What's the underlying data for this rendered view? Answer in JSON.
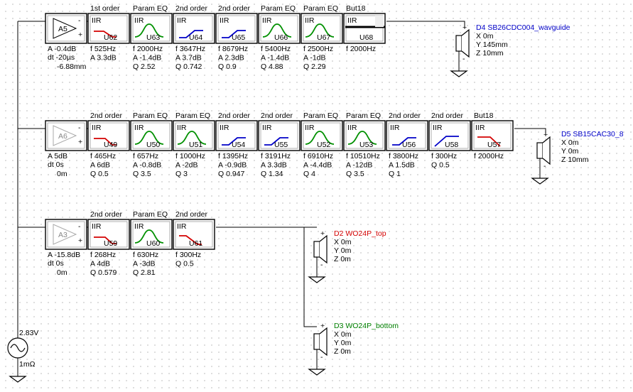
{
  "colors": {
    "wire": "#000000",
    "lowpass": "#d40000",
    "highpass": "#0000c8",
    "peak": "#009000",
    "spk_blue": "#0000c8",
    "spk_red": "#d40000",
    "spk_green": "#008000"
  },
  "source": {
    "voltage": "2.83V",
    "impedance": "1mΩ",
    "icon": "ac-source-icon"
  },
  "rows": [
    {
      "id": "row1",
      "amp": {
        "name": "A5",
        "plus": "+",
        "minus": "-",
        "params": [
          "A -0.4dB",
          "dt -20µs",
          "-6.88mm"
        ]
      },
      "blocks": [
        {
          "header": "1st order",
          "id": "U62",
          "iir": "IIR",
          "curve": "lowpass1",
          "params": [
            "f 525Hz",
            "A 3.3dB"
          ]
        },
        {
          "header": "Param EQ",
          "id": "U63",
          "iir": "IIR",
          "curve": "peak",
          "params": [
            "f 2000Hz",
            "A -1.4dB",
            "Q 2.52"
          ]
        },
        {
          "header": "2nd order",
          "id": "U64",
          "iir": "IIR",
          "curve": "highpass",
          "params": [
            "f 3647Hz",
            "A 3.7dB",
            "Q 0.742"
          ]
        },
        {
          "header": "2nd order",
          "id": "U65",
          "iir": "IIR",
          "curve": "highpass",
          "params": [
            "f 8679Hz",
            "A 2.3dB",
            "Q 0.9"
          ]
        },
        {
          "header": "Param EQ",
          "id": "U66",
          "iir": "IIR",
          "curve": "peak",
          "params": [
            "f 5400Hz",
            "A -1.4dB",
            "Q 4.88"
          ]
        },
        {
          "header": "Param EQ",
          "id": "U67",
          "iir": "IIR",
          "curve": "peak",
          "params": [
            "f 2500Hz",
            "A -1dB",
            "Q 2.29"
          ]
        },
        {
          "header": "But18",
          "id": "U68",
          "iir": "IIR",
          "curve": "flatbold",
          "params": [
            "f 2000Hz"
          ]
        }
      ],
      "speaker": {
        "name": "D4 SB26CDC004_wavguide",
        "color": "#0000c8",
        "coords": [
          "X 0m",
          "Y 145mm",
          "Z 10mm"
        ],
        "plus": "+",
        "minus": "-"
      }
    },
    {
      "id": "row2",
      "amp": {
        "name": "A6",
        "plus": "+",
        "minus": "-",
        "params": [
          "A 5dB",
          "dt 0s",
          "0m"
        ]
      },
      "blocks": [
        {
          "header": "2nd order",
          "id": "U49",
          "iir": "IIR",
          "curve": "lowpass",
          "params": [
            "f 465Hz",
            "A 6dB",
            "Q 0.5"
          ]
        },
        {
          "header": "Param EQ",
          "id": "U50",
          "iir": "IIR",
          "curve": "peak",
          "params": [
            "f 657Hz",
            "A -0.8dB",
            "Q 3.5"
          ]
        },
        {
          "header": "Param EQ",
          "id": "U51",
          "iir": "IIR",
          "curve": "peak",
          "params": [
            "f 1000Hz",
            "A -2dB",
            "Q 3"
          ]
        },
        {
          "header": "2nd order",
          "id": "U54",
          "iir": "IIR",
          "curve": "highpass",
          "params": [
            "f 1395Hz",
            "A -0.9dB",
            "Q 0.947"
          ]
        },
        {
          "header": "2nd order",
          "id": "U55",
          "iir": "IIR",
          "curve": "highpass",
          "params": [
            "f 3191Hz",
            "A 3.3dB",
            "Q 1.34"
          ]
        },
        {
          "header": "Param EQ",
          "id": "U52",
          "iir": "IIR",
          "curve": "peak",
          "params": [
            "f 6910Hz",
            "A -4.4dB",
            "Q 4"
          ]
        },
        {
          "header": "Param EQ",
          "id": "U53",
          "iir": "IIR",
          "curve": "peak",
          "params": [
            "f 10510Hz",
            "A -12dB",
            "Q 3.5"
          ]
        },
        {
          "header": "2nd order",
          "id": "U56",
          "iir": "IIR",
          "curve": "highpass",
          "params": [
            "f 3800Hz",
            "A 1.5dB",
            "Q 1"
          ]
        },
        {
          "header": "2nd order",
          "id": "U58",
          "iir": "IIR",
          "curve": "highpass2",
          "params": [
            "f 300Hz",
            "Q 0.5"
          ]
        },
        {
          "header": "But18",
          "id": "U57",
          "iir": "IIR",
          "curve": "lowpassbut",
          "params": [
            "f 2000Hz"
          ]
        }
      ],
      "speaker": {
        "name": "D5 SB15CAC30_8",
        "color": "#0000c8",
        "coords": [
          "X 0m",
          "Y 0m",
          "Z 10mm"
        ],
        "plus": "+",
        "minus": "-"
      }
    },
    {
      "id": "row3",
      "amp": {
        "name": "A3",
        "plus": "+",
        "minus": "-",
        "params": [
          "A -15.8dB",
          "dt 0s",
          "0m"
        ]
      },
      "blocks": [
        {
          "header": "2nd order",
          "id": "U59",
          "iir": "IIR",
          "curve": "lowpass",
          "params": [
            "f 268Hz",
            "A 4dB",
            "Q 0.579"
          ]
        },
        {
          "header": "Param EQ",
          "id": "U60",
          "iir": "IIR",
          "curve": "peak",
          "params": [
            "f 630Hz",
            "A -3dB",
            "Q 2.81"
          ]
        },
        {
          "header": "2nd order",
          "id": "U61",
          "iir": "IIR",
          "curve": "lowpass2",
          "params": [
            "f 300Hz",
            "Q 0.5"
          ]
        }
      ],
      "speakers": [
        {
          "name": "D2 WO24P_top",
          "color": "#d40000",
          "coords": [
            "X 0m",
            "Y 0m",
            "Z 0m"
          ],
          "plus": "+",
          "minus": "-"
        },
        {
          "name": "D3 WO24P_bottom",
          "color": "#008000",
          "coords": [
            "X 0m",
            "Y 0m",
            "Z 0m"
          ],
          "plus": "+",
          "minus": "-"
        }
      ]
    }
  ]
}
